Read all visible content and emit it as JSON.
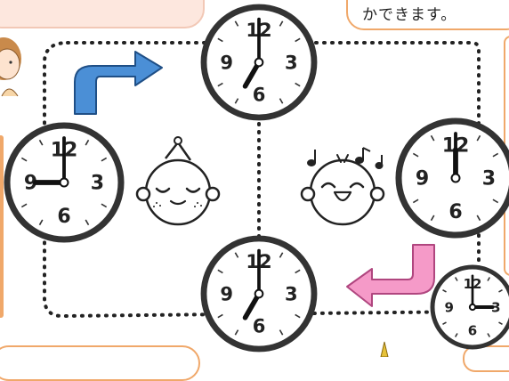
{
  "panels": {
    "top_right_text": "かできます。"
  },
  "clocks": [
    {
      "id": "clock-top-center",
      "hour": 7,
      "minute": 0
    },
    {
      "id": "clock-left",
      "hour": 9,
      "minute": 0
    },
    {
      "id": "clock-bottom-center",
      "hour": 7,
      "minute": 0
    },
    {
      "id": "clock-right",
      "hour": 12,
      "minute": 0
    },
    {
      "id": "clock-bottom-right",
      "hour": 3,
      "minute": 0
    }
  ],
  "clock_numerals": [
    "12",
    "3",
    "6",
    "9"
  ],
  "colors": {
    "clock_frame": "#333333",
    "arrow_blue": "#4b8fd6",
    "arrow_pink": "#f59ac8",
    "panel_border": "#f0a86a",
    "panel_pink": "#fde7de"
  },
  "icons": {
    "sleeping_face": "sleeping-baby-face",
    "happy_face": "happy-singing-baby-face",
    "music_notes": "music-notes",
    "person": "partial-person-avatar"
  }
}
